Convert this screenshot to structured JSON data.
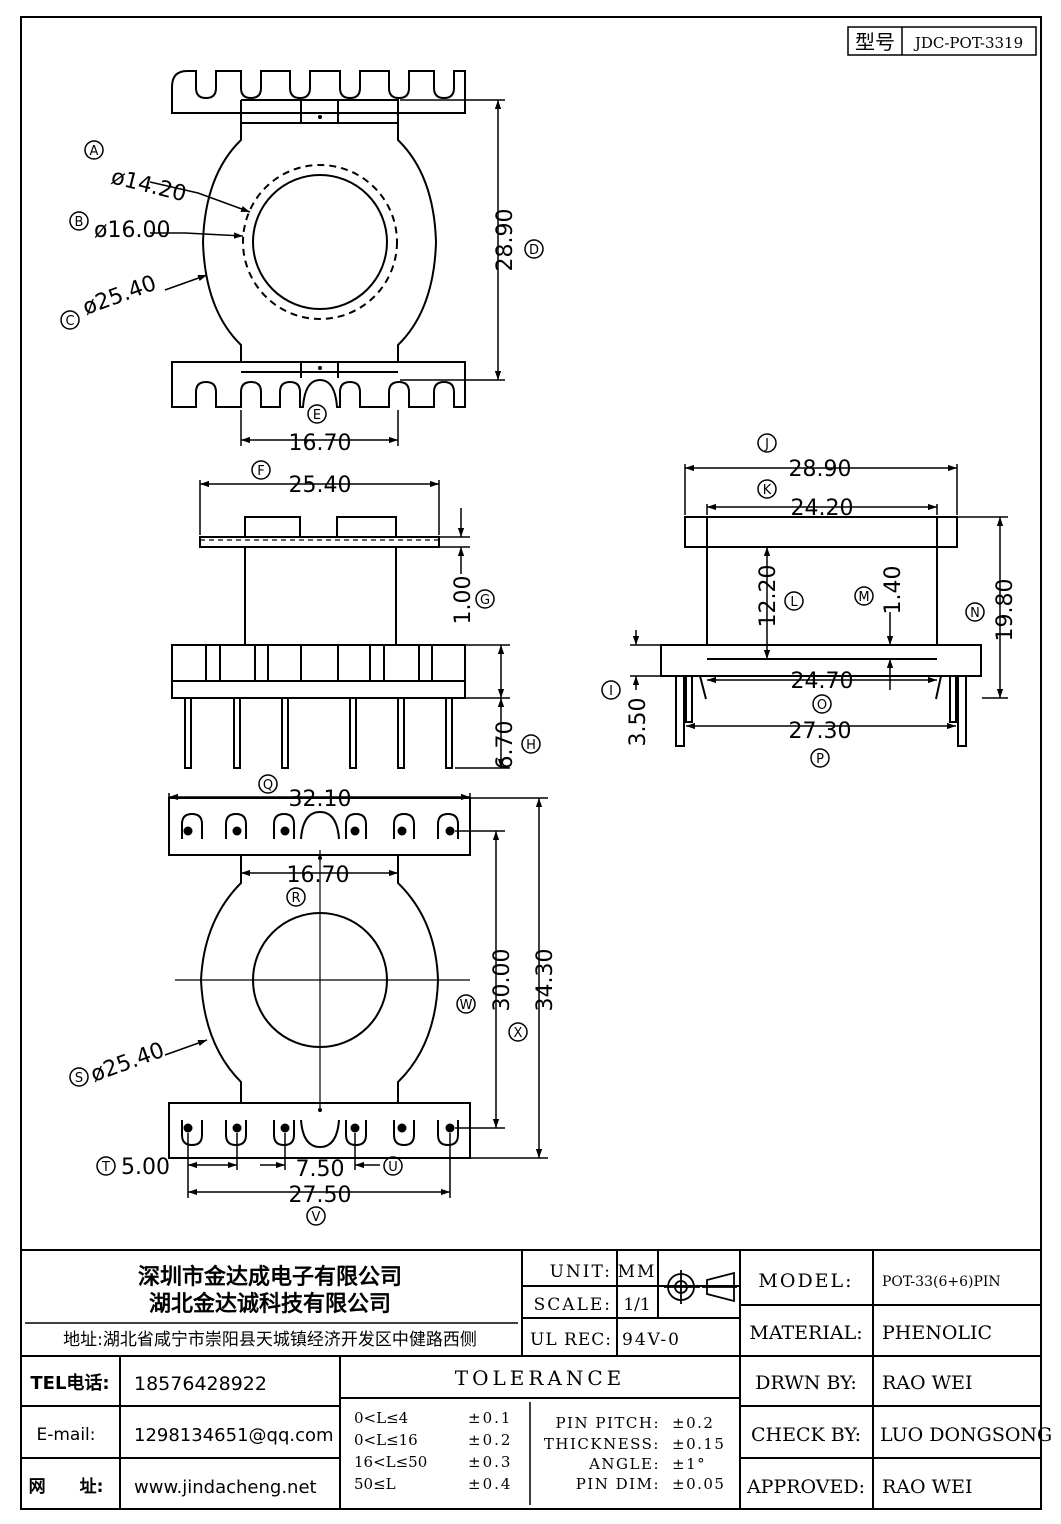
{
  "model_code": {
    "label": "型号",
    "value": "JDC-POT-3319"
  },
  "dimensions": {
    "A": {
      "letter": "A",
      "value": "ø14.20"
    },
    "B": {
      "letter": "B",
      "value": "ø16.00"
    },
    "C": {
      "letter": "C",
      "value": "ø25.40"
    },
    "D": {
      "letter": "D",
      "value": "28.90"
    },
    "E": {
      "letter": "E",
      "value": "16.70"
    },
    "F": {
      "letter": "F",
      "value": "25.40"
    },
    "G": {
      "letter": "G",
      "value": "1.00"
    },
    "H": {
      "letter": "H",
      "value": "6.70"
    },
    "I": {
      "letter": "I",
      "value": "3.50"
    },
    "J": {
      "letter": "J",
      "value": "28.90"
    },
    "K": {
      "letter": "K",
      "value": "24.20"
    },
    "L": {
      "letter": "L",
      "value": "12.20"
    },
    "M": {
      "letter": "M",
      "value": "1.40"
    },
    "N": {
      "letter": "N",
      "value": "19.80"
    },
    "O": {
      "letter": "O",
      "value": "24.70"
    },
    "P": {
      "letter": "P",
      "value": "27.30"
    },
    "Q": {
      "letter": "Q",
      "value": "32.10"
    },
    "R": {
      "letter": "R",
      "value": "16.70"
    },
    "S": {
      "letter": "S",
      "value": "ø25.40"
    },
    "T": {
      "letter": "T",
      "value": "5.00"
    },
    "U": {
      "letter": "U",
      "value": "7.50"
    },
    "V": {
      "letter": "V",
      "value": "27.50"
    },
    "W": {
      "letter": "W",
      "value": "30.00"
    },
    "X": {
      "letter": "X",
      "value": "34.30"
    }
  },
  "title_block": {
    "company_1": "深圳市金达成电子有限公司",
    "company_2": "湖北金达诚科技有限公司",
    "address": "地址:湖北省咸宁市崇阳县天城镇经济开发区中健路西侧",
    "tel_label": "TEL电话:",
    "tel_value": "18576428922",
    "email_label": "E-mail:",
    "email_value": "1298134651@qq.com",
    "web_label": "网　　址:",
    "web_value": "www.jindacheng.net",
    "unit_label": "UNIT:",
    "unit_value": "MM",
    "scale_label": "SCALE:",
    "scale_value": "1/1",
    "ulrec_label": "UL REC:",
    "ulrec_value": "94V-0",
    "tolerance_title": "TOLERANCE",
    "tolerance_rows": [
      {
        "range": "0<L≤4",
        "tol": "±0.1"
      },
      {
        "range": "0<L≤16",
        "tol": "±0.2"
      },
      {
        "range": "16<L≤50",
        "tol": "±0.3"
      },
      {
        "range": "50≤L",
        "tol": "±0.4"
      }
    ],
    "spec_rows": [
      {
        "label": "PIN PITCH:",
        "value": "±0.2"
      },
      {
        "label": "THICKNESS:",
        "value": "±0.15"
      },
      {
        "label": "ANGLE:",
        "value": "±1°"
      },
      {
        "label": "PIN DIM:",
        "value": "±0.05"
      }
    ],
    "model_label": "MODEL:",
    "model_value": "POT-33(6+6)PIN",
    "material_label": "MATERIAL:",
    "material_value": "PHENOLIC",
    "drawn_label": "DRWN BY:",
    "drawn_value": "RAO WEI",
    "check_label": "CHECK BY:",
    "check_value": "LUO DONGSONG",
    "approved_label": "APPROVED:",
    "approved_value": "RAO WEI"
  }
}
